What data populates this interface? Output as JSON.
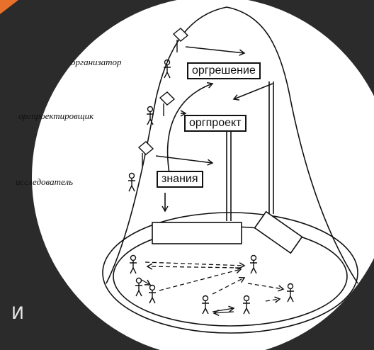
{
  "roles": {
    "organizer": "организатор",
    "designer": "оргпроектировщик",
    "researcher": "исследователь"
  },
  "boxes": {
    "decision": "оргрешение",
    "project": "оргпроект",
    "knowledge": "знания"
  },
  "footer_glyph": "И",
  "icons": [
    "stick-figure-icon",
    "diamond-sign-icon"
  ],
  "colors": {
    "background": "#2b2b2b",
    "accent": "#e8702a",
    "ink": "#111111",
    "paper": "#ffffff"
  }
}
